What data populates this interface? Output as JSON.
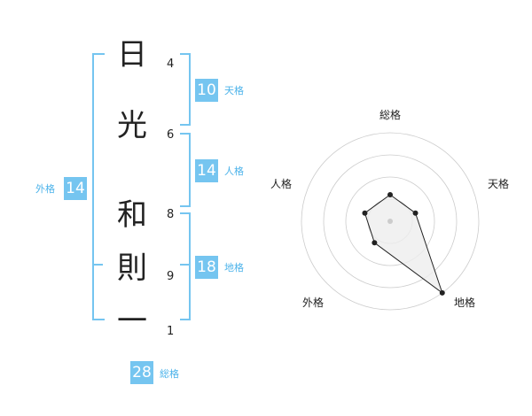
{
  "name": {
    "chars": [
      "日",
      "光",
      "和",
      "則",
      "一"
    ],
    "strokes": [
      "4",
      "6",
      "8",
      "9",
      "1"
    ]
  },
  "kakusu": {
    "tenkaku": {
      "value": "10",
      "label": "天格"
    },
    "jinkaku": {
      "value": "14",
      "label": "人格"
    },
    "chikaku": {
      "value": "18",
      "label": "地格"
    },
    "gaikaku": {
      "value": "14",
      "label": "外格"
    },
    "soukaku": {
      "value": "28",
      "label": "総格"
    }
  },
  "radar": {
    "axes": [
      "総格",
      "天格",
      "地格",
      "外格",
      "人格"
    ],
    "levels": 4,
    "values": [
      0.3,
      0.3,
      1.0,
      0.3,
      0.3
    ],
    "colors": {
      "grid": "#cccccc",
      "line": "#222222",
      "fill": "#eeeeee",
      "center": "#cccccc"
    }
  }
}
